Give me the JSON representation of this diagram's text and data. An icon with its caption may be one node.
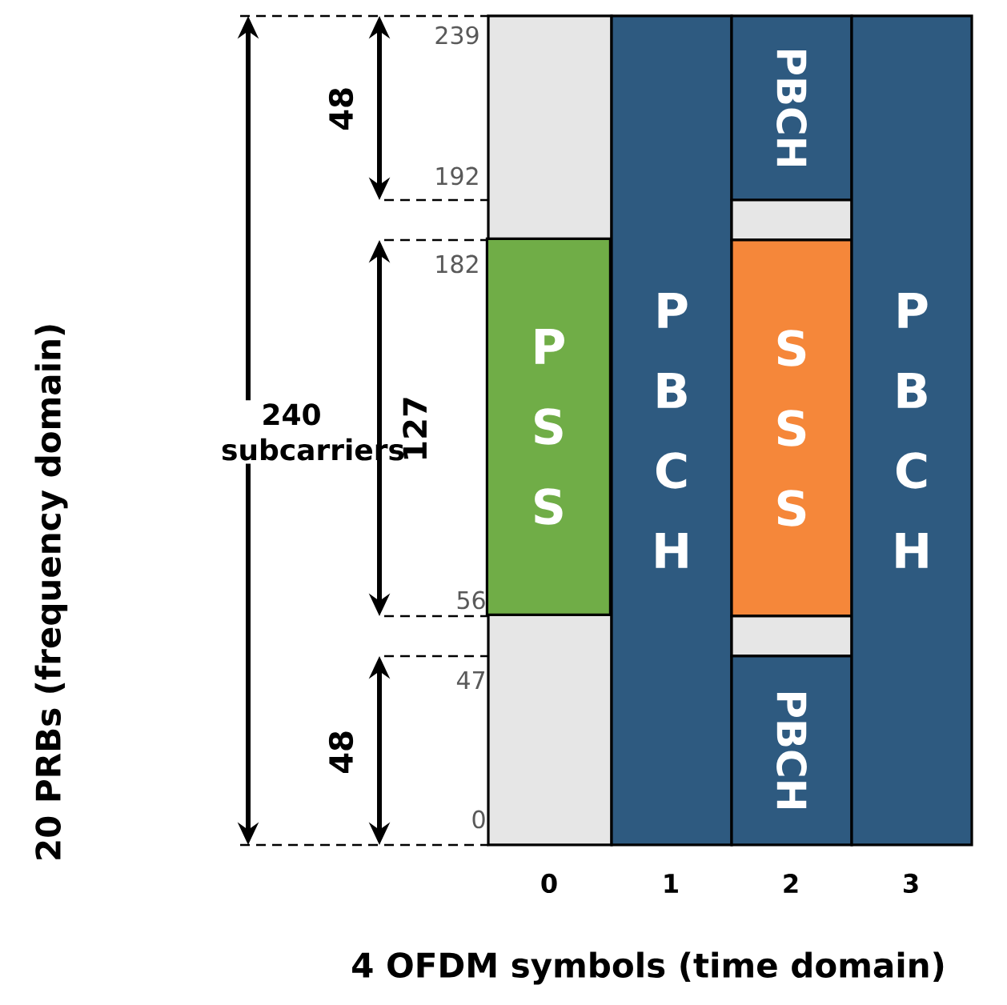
{
  "diagram": {
    "nodes": [
      {
        "text": [],
        "shape": "box"
      },
      {
        "text": [
          "P S S"
        ],
        "in": 0
      },
      {
        "text": [
          "P B C H"
        ]
      },
      {
        "text": [
          "PBCH"
        ]
      },
      {
        "text": [],
        "shape": "box"
      },
      {
        "text": [
          "S S S"
        ]
      },
      {
        "text": [],
        "shape": "box"
      },
      {
        "text": [
          "PBCH"
        ]
      },
      {
        "text": [
          "P B C H"
        ]
      }
    ],
    "edges": [],
    "labels": [
      "239",
      "192",
      "182",
      "56",
      "47",
      "0",
      "48",
      "127",
      "48",
      "240 subcarriers",
      "0",
      "1",
      "2",
      "3",
      "4 OFDM symbols (time domain)",
      "20 PRBs (frequency domain)"
    ]
  }
}
